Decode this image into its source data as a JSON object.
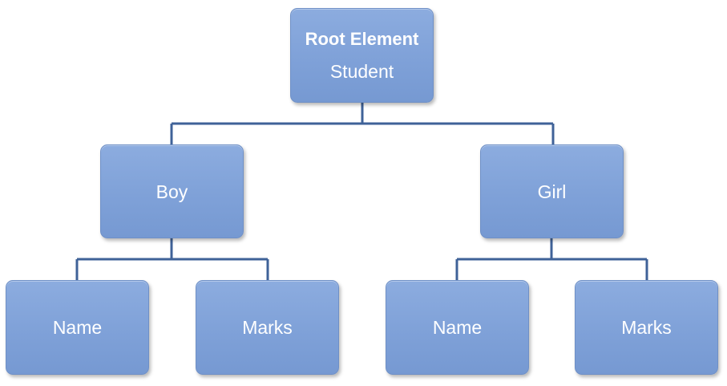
{
  "diagram": {
    "root": {
      "title": "Root Element",
      "label": "Student"
    },
    "boy": {
      "label": "Boy"
    },
    "girl": {
      "label": "Girl"
    },
    "boy_name": {
      "label": "Name"
    },
    "boy_marks": {
      "label": "Marks"
    },
    "girl_name": {
      "label": "Name"
    },
    "girl_marks": {
      "label": "Marks"
    }
  },
  "colors": {
    "node_fill": "#7fa1d8",
    "connector": "#3f6298",
    "text": "#ffffff"
  }
}
